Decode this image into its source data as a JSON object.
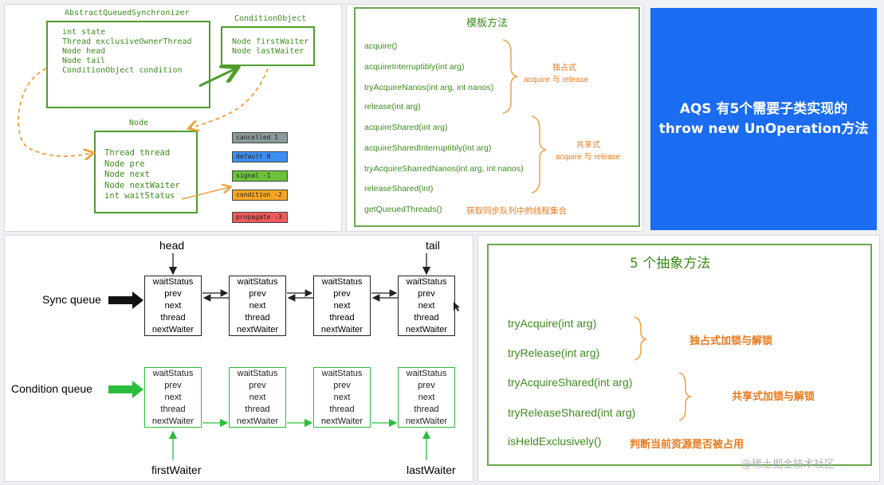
{
  "aqs_class": {
    "title": "AbstractQueuedSynchronizer",
    "fields": [
      "int state",
      "Thread exclusiveOwnerThread",
      "",
      "Node head",
      "Node tail",
      "",
      "ConditionObject condition"
    ]
  },
  "condition_object": {
    "title": "ConditionObject",
    "fields": [
      "Node firstWaiter",
      "Node lastWaiter"
    ]
  },
  "node_class": {
    "title": "Node",
    "fields": [
      "Thread thread",
      "Node pre",
      "Node next",
      "Node nextWaiter",
      "int waitStatus"
    ]
  },
  "wait_status_tags": [
    {
      "label": "cancelled 1",
      "color": "#8a9a9a"
    },
    {
      "label": "default 0",
      "color": "#3d8ef0"
    },
    {
      "label": "signal -1",
      "color": "#6dc23a"
    },
    {
      "label": "condition -2",
      "color": "#f5a623"
    },
    {
      "label": "propagate -3",
      "color": "#ef5a5a"
    }
  ],
  "template_methods": {
    "title": "模板方法",
    "methods": [
      "acquire()",
      "acquireInterruptibly(int arg)",
      "tryAcquireNanos(int arg, int nanos)",
      "release(int arg)",
      "acquireShared(int arg)",
      "acquireSharedInterruptibly(int arg)",
      "tryAcquireSharredNanos(int arg, int nanos)",
      "releaseShared(int)",
      "getQueuedThreads()"
    ],
    "exclusive_label": [
      "独占式",
      "acquire 与 release"
    ],
    "shared_label": [
      "共享式",
      "acquire 与 release"
    ],
    "queued_threads_note": "获取同步队列中的线程集合"
  },
  "blue_note": [
    "AQS 有5个需要子类实现的",
    "throw new UnOperation方法"
  ],
  "queues": {
    "head_label": "head",
    "tail_label": "tail",
    "sync_label": "Sync queue",
    "condition_label": "Condition queue",
    "first_waiter_label": "firstWaiter",
    "last_waiter_label": "lastWaiter",
    "node_fields": [
      "waitStatus",
      "prev",
      "next",
      "thread",
      "nextWaiter"
    ]
  },
  "abstract_methods": {
    "title": "5 个抽象方法",
    "methods": [
      "tryAcquire(int arg)",
      "tryRelease(int arg)",
      "tryAcquireShared(int arg)",
      "tryReleaseShared(int arg)",
      "isHeldExclusively()"
    ],
    "exclusive_note": "独占式加锁与解锁",
    "shared_note": "共享式加锁与解锁",
    "held_note": "判断当前资源是否被占用"
  },
  "watermark": "@稀土掘金技术社区"
}
